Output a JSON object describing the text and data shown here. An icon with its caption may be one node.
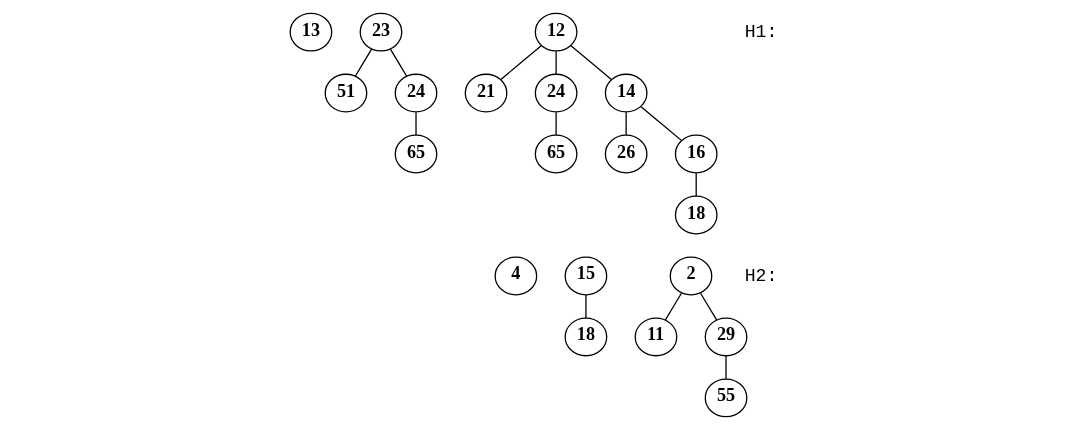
{
  "diagram": {
    "nodes": [
      {
        "text": [
          "13"
        ]
      },
      {
        "text": [
          "23"
        ]
      },
      {
        "text": [
          "51"
        ]
      },
      {
        "text": [
          "24"
        ]
      },
      {
        "text": [
          "65"
        ]
      },
      {
        "text": [
          "12"
        ]
      },
      {
        "text": [
          "21"
        ]
      },
      {
        "text": [
          "24"
        ]
      },
      {
        "text": [
          "65"
        ]
      },
      {
        "text": [
          "14"
        ]
      },
      {
        "text": [
          "26"
        ]
      },
      {
        "text": [
          "16"
        ]
      },
      {
        "text": [
          "18"
        ]
      },
      {
        "text": [
          "4"
        ]
      },
      {
        "text": [
          "15"
        ]
      },
      {
        "text": [
          "18"
        ]
      },
      {
        "text": [
          "2"
        ]
      },
      {
        "text": [
          "11"
        ]
      },
      {
        "text": [
          "29"
        ]
      },
      {
        "text": [
          "55"
        ]
      }
    ],
    "edges": [
      {
        "from": 1,
        "to": 2,
        "arrow": "none"
      },
      {
        "from": 1,
        "to": 3,
        "arrow": "none"
      },
      {
        "from": 3,
        "to": 4,
        "arrow": "none"
      },
      {
        "from": 5,
        "to": 6,
        "arrow": "none"
      },
      {
        "from": 5,
        "to": 7,
        "arrow": "none"
      },
      {
        "from": 5,
        "to": 9,
        "arrow": "none"
      },
      {
        "from": 7,
        "to": 8,
        "arrow": "none"
      },
      {
        "from": 9,
        "to": 10,
        "arrow": "none"
      },
      {
        "from": 9,
        "to": 11,
        "arrow": "none"
      },
      {
        "from": 11,
        "to": 12,
        "arrow": "none"
      },
      {
        "from": 14,
        "to": 15,
        "arrow": "none"
      },
      {
        "from": 16,
        "to": 17,
        "arrow": "none"
      },
      {
        "from": 16,
        "to": 18,
        "arrow": "none"
      },
      {
        "from": 18,
        "to": 19,
        "arrow": "none"
      }
    ],
    "labels": [
      "H1:",
      "H2:"
    ]
  }
}
